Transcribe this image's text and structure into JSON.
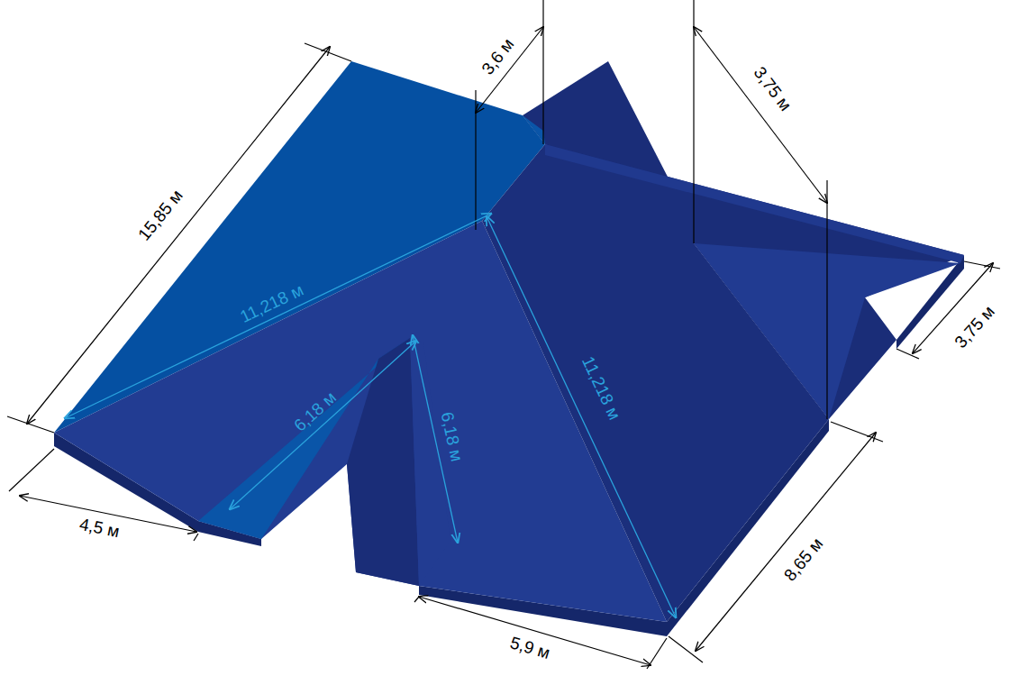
{
  "diagram": {
    "labels": [
      "15,85 м",
      "3,6 м",
      "3,75 м",
      "11,218 м",
      "6,18 м",
      "6,18 м",
      "11,218 м",
      "4,5 м",
      "5,9 м",
      "8,65 м",
      "3,75 м"
    ]
  }
}
